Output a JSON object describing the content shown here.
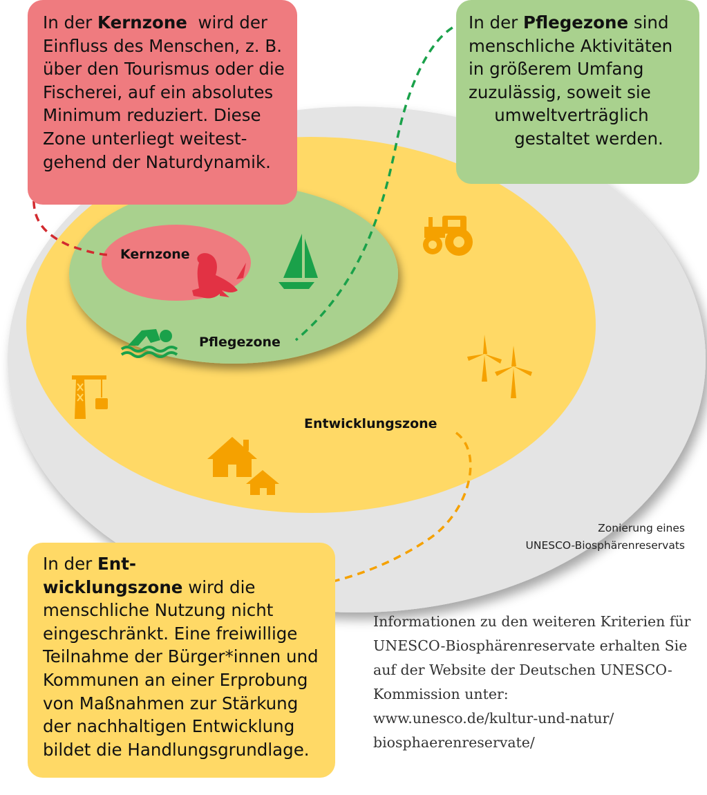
{
  "colors": {
    "core": "#ef7b7f",
    "buffer": "#a9d18e",
    "transition": "#ffd966",
    "outer": "#e4e4e4",
    "icon_core": "#e23244",
    "icon_buffer": "#1aa14a",
    "icon_transition": "#f5a100"
  },
  "boxes": {
    "kern": {
      "p1": "In der ",
      "b1": "Kernzone",
      "l1": "  wird der",
      "l2": "Einfluss des Menschen, z. B.",
      "l3": "über den Tourismus oder die",
      "l4": "Fischerei, auf ein absolutes",
      "l5": "Minimum reduziert. Diese",
      "l6": "Zone unterliegt weitest-",
      "l7": "gehend der Naturdynamik."
    },
    "pflege": {
      "p1": "In der ",
      "b1": "Pflegezone",
      "l1": " sind",
      "l2": "menschliche Aktivitäten",
      "l3": "in größerem Umfang",
      "l4": "zuzulässig, soweit sie",
      "l5": "umweltverträglich",
      "l6": "gestaltet werden."
    },
    "entw": {
      "p1": "In der ",
      "b1": "Ent-",
      "b2": "wicklungszone",
      "l2": " wird die",
      "l3": "menschliche Nutzung nicht",
      "l4": "eingeschränkt. Eine freiwillige",
      "l5": "Teilnahme der Bürger*innen und",
      "l6": "Kommunen an einer Erprobung",
      "l7": "von Maßnahmen zur Stärkung",
      "l8": "der nachhaltigen Entwicklung",
      "l9": "bildet die Handlungsgrundlage."
    }
  },
  "zones": {
    "kern": "Kernzone",
    "pflege": "Pflegezone",
    "entw": "Entwicklungszone"
  },
  "icons": [
    "seal-icon",
    "sailboat-icon",
    "swimmer-icon",
    "tractor-icon",
    "wind-turbine-icon",
    "crane-icon",
    "house-icon"
  ],
  "caption": {
    "l1": "Zonierung eines",
    "l2": "UNESCO-Biosphärenreservats"
  },
  "info": {
    "l1": "Informationen zu den weiteren Kriterien für",
    "l2": "UNESCO-Biosphärenreservate erhalten Sie",
    "l3": "auf der Website der Deutschen UNESCO-",
    "l4": "Kommission unter:",
    "l5": "www.unesco.de/kultur-und-natur/",
    "l6": "biosphaerenreservate/"
  }
}
